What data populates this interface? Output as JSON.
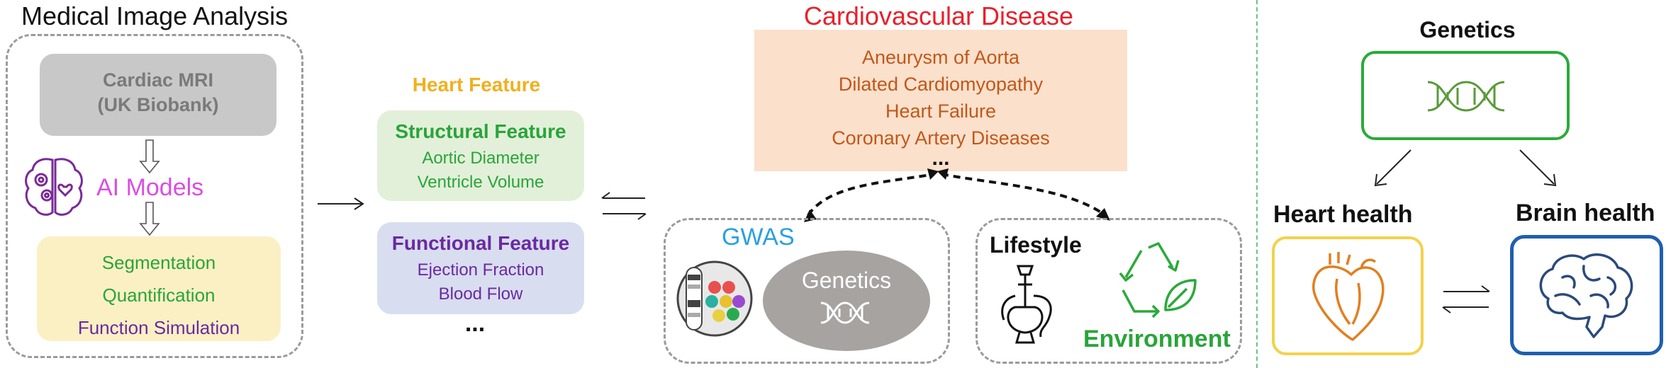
{
  "left": {
    "title": "Medical Image Analysis",
    "source_box": {
      "line1": "Cardiac MRI",
      "line2": "(UK Biobank)"
    },
    "ai_models_label": "AI Models",
    "tasks": [
      "Segmentation",
      "Quantification",
      "Function Simulation"
    ]
  },
  "features": {
    "title": "Heart Feature",
    "structural": {
      "title": "Structural Feature",
      "items": [
        "Aortic Diameter",
        "Ventricle Volume"
      ]
    },
    "functional": {
      "title": "Functional Feature",
      "items": [
        "Ejection Fraction",
        "Blood Flow"
      ]
    },
    "more": "..."
  },
  "disease": {
    "title": "Cardiovascular Disease",
    "items": [
      "Aneurysm of Aorta",
      "Dilated Cardiomyopathy",
      "Heart Failure",
      "Coronary Artery Diseases"
    ],
    "more": "..."
  },
  "gwas": {
    "title": "GWAS",
    "genetics_label": "Genetics"
  },
  "lifestyle": {
    "title": "Lifestyle",
    "environment_label": "Environment"
  },
  "right": {
    "genetics_title": "Genetics",
    "heart_title": "Heart health",
    "brain_title": "Brain health"
  },
  "colors": {
    "gray_box": "#c8c8c8",
    "yellow_box": "#fbf0c4",
    "green_box": "#e2f0d9",
    "purple_box": "#d9ddf0",
    "peach_box": "#fbe0cc",
    "green_text": "#2aa43a",
    "purple_text": "#6a2aa0",
    "magenta_text": "#d94ee0",
    "orange_text": "#c0581a",
    "red_text": "#e8202a",
    "blue_text": "#2aa0e0",
    "heart_feature_title": "#f0b020",
    "genetics_border": "#2aaa3a",
    "heart_border": "#f2d24a",
    "brain_border": "#1e5fb0"
  }
}
